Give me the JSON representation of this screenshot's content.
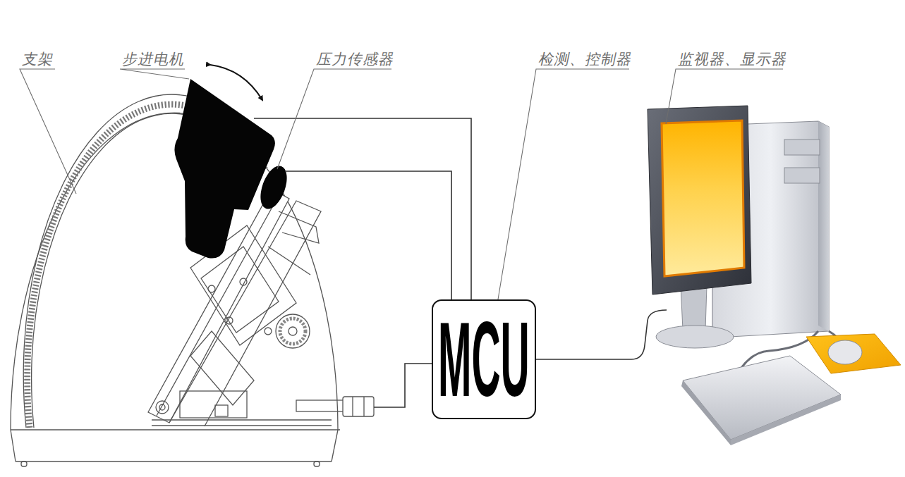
{
  "diagram": {
    "nodes": [
      {
        "text": [
          "MCU"
        ]
      }
    ],
    "labels": [
      "支架",
      "步进电机",
      "压力传感器",
      "检测、控制器",
      "监视器、显示器"
    ]
  }
}
